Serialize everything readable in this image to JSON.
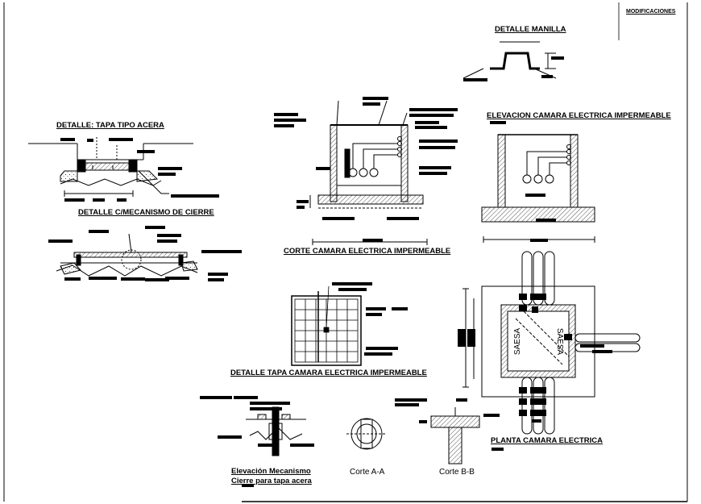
{
  "header": {
    "modificaciones": "MODIFICACIONES"
  },
  "titles": {
    "manilla": "DETALLE MANILLA",
    "tapa_acera": "DETALLE: TAPA TIPO ACERA",
    "elevacion_camara": "ELEVACION CAMARA ELECTRICA IMPERMEABLE",
    "mecanismo": "DETALLE C/MECANISMO DE CIERRE",
    "corte_camara": "CORTE CAMARA ELECTRICA IMPERMEABLE",
    "detalle_tapa": "DETALLE TAPA CAMARA ELECTRICA IMPERMEABLE",
    "planta": "PLANTA CAMARA ELECTRICA",
    "elev_mecanismo_1": "Elevación Mecanismo",
    "elev_mecanismo_2": "Cierre para tapa acera",
    "corte_aa": "Corte A-A",
    "corte_bb": "Corte B-B"
  },
  "planta_labels": {
    "left": "SAESA",
    "right": "SAESA"
  },
  "colors": {
    "ink": "#000000",
    "paper": "#ffffff",
    "hatch": "#555555"
  }
}
